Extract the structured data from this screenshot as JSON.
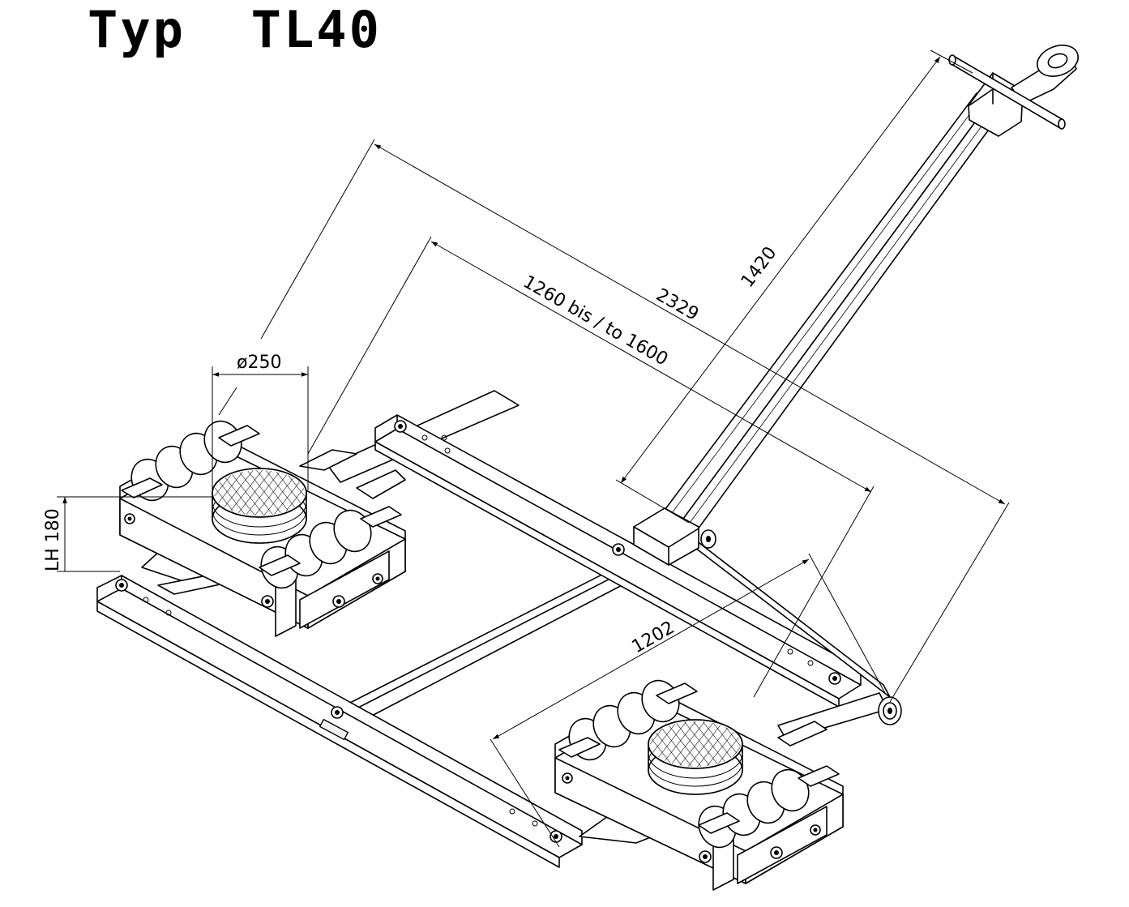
{
  "title": "Typ  TL40",
  "dimensions": {
    "overall_length": "2329",
    "adjustable_width": "1260 bis / to 1600",
    "handle_length": "1420",
    "track_width": "1202",
    "pad_diameter": "ø250",
    "load_height": "LH 180"
  }
}
